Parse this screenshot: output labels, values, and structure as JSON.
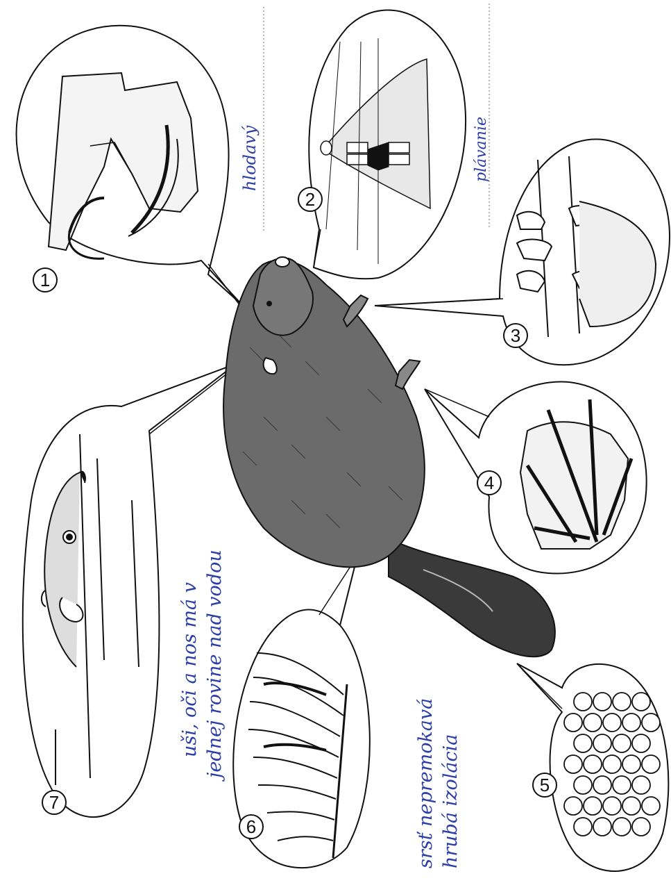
{
  "callouts": [
    {
      "number": "1"
    },
    {
      "number": "2"
    },
    {
      "number": "3"
    },
    {
      "number": "4"
    },
    {
      "number": "5"
    },
    {
      "number": "6"
    },
    {
      "number": "7"
    }
  ],
  "handwriting": {
    "answer_top_1": "hlodavý",
    "answer_top_2": "plávanie",
    "answer_left_line1": "uši, oči a nos má v",
    "answer_left_line2": "jednej rovine nad vodou",
    "answer_bottom_line1": "srsť nepremokavá",
    "answer_bottom_line2": "hrubá izolácia"
  },
  "colors": {
    "ink": "#111111",
    "pen": "#2b3ea8",
    "paper": "#ffffff"
  }
}
